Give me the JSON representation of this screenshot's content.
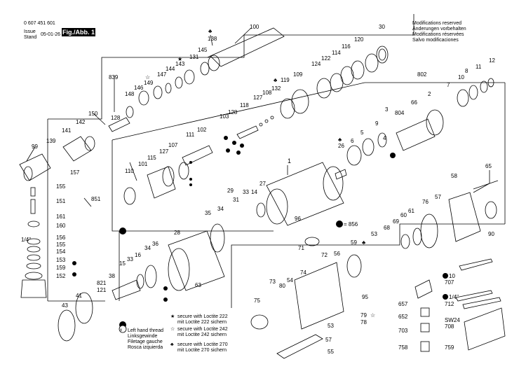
{
  "header": {
    "part_number": "0 607 451 601",
    "issue_label": "Issue",
    "stand_label": "Stand",
    "issue_date": "05-01-26",
    "figure_label": "Fig./Abb. 1"
  },
  "modifications": [
    "Modifications reserved",
    "Änderungen vorbehalten",
    "Modifications réservées",
    "Salvo modificaciones"
  ],
  "legend": {
    "loctite_222": [
      "secure with Loctite 222",
      "mit Loctite 222 sichern"
    ],
    "loctite_242": [
      "secure with Loctite 242",
      "mit Loctite 242 sichern"
    ],
    "loctite_270": [
      "secure with Loctite 270",
      "mit Loctite 270 sichern"
    ],
    "left_thread": [
      "Left hand thread",
      "Linksgewinde",
      "Filetage gauche",
      "Rosca izquierda"
    ]
  },
  "special_labels": {
    "nut_size_856": "= 856",
    "hex_10": "10",
    "hex_14": "1/4\"",
    "sw24": "SW24",
    "quarter": "1/4\""
  },
  "part_numbers": {
    "p100": "100",
    "p138": "138",
    "p145": "145",
    "p143": "143",
    "p144": "144",
    "p131": "131",
    "p147": "147",
    "p149": "149",
    "p146": "146",
    "p148": "148",
    "p839": "839",
    "p150": "150",
    "p128": "128",
    "p142": "142",
    "p141": "141",
    "p139": "139",
    "p99": "99",
    "p157": "157",
    "p30": "30",
    "p120": "120",
    "p116": "116",
    "p114": "114",
    "p122": "122",
    "p124": "124",
    "p109": "109",
    "p119": "119",
    "p108": "108",
    "p127": "127",
    "p132": "132",
    "p118": "118",
    "p103": "103",
    "p128b": "128",
    "p111": "111",
    "p102": "102",
    "p107": "107",
    "p127b": "127",
    "p115": "115",
    "p101": "101",
    "p110": "110",
    "p802": "802",
    "p12": "12",
    "p11": "11",
    "p8": "8",
    "p10": "10",
    "p7": "7",
    "p2": "2",
    "p66": "66",
    "p804": "804",
    "p3": "3",
    "p9": "9",
    "p5": "5",
    "p6": "6",
    "p4": "4",
    "p26": "26",
    "p1": "1",
    "p65": "65",
    "p155": "155",
    "p151": "151",
    "p851": "851",
    "p161": "161",
    "p160": "160",
    "p156": "156",
    "p155b": "155",
    "p154": "154",
    "p153": "153",
    "p159": "159",
    "p152": "152",
    "p14": "14",
    "p27": "27",
    "p33": "33",
    "p31": "31",
    "p29": "29",
    "p34": "34",
    "p35": "35",
    "p96": "96",
    "p856": "856",
    "p58": "58",
    "p57": "57",
    "p61": "61",
    "p60": "60",
    "p69": "69",
    "p68": "68",
    "p76": "76",
    "p90": "90",
    "p28": "28",
    "p36": "36",
    "p34b": "34",
    "p16": "16",
    "p33b": "33",
    "p15": "15",
    "p38": "38",
    "p821": "821",
    "p121": "121",
    "p63": "63",
    "p43": "43",
    "p41": "41",
    "p71": "71",
    "p72": "72",
    "p56": "56",
    "p74": "74",
    "p73": "73",
    "p80": "80",
    "p54": "54",
    "p75": "75",
    "p53": "53",
    "p59": "59",
    "p53b": "53",
    "p55": "55",
    "p95": "95",
    "p79": "79",
    "p78": "78",
    "p57b": "57",
    "p707": "707",
    "p712": "712",
    "p657": "657",
    "p652": "652",
    "p703": "703",
    "p708": "708",
    "p758": "758",
    "p759": "759"
  }
}
